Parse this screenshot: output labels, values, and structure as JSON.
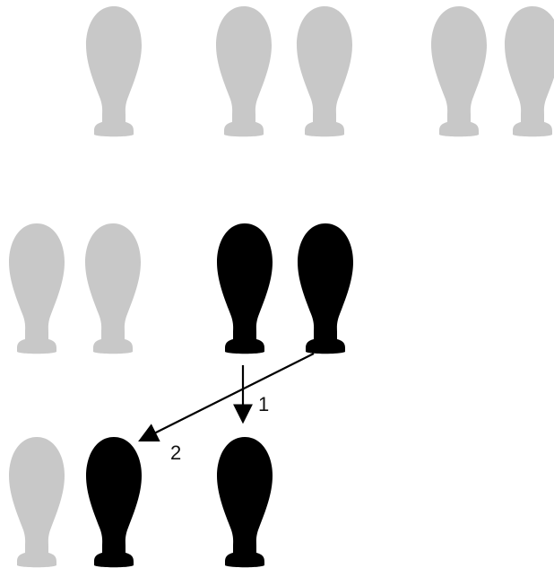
{
  "colors": {
    "inactive_footprint": "#c8c8c8",
    "active_footprint": "#000000",
    "arrow": "#000000",
    "background": "#ffffff"
  },
  "footprints": [
    {
      "id": "fp-r1-a",
      "state": "inactive"
    },
    {
      "id": "fp-r1-b",
      "state": "inactive"
    },
    {
      "id": "fp-r1-c",
      "state": "inactive"
    },
    {
      "id": "fp-r1-d",
      "state": "inactive"
    },
    {
      "id": "fp-r1-e",
      "state": "inactive"
    },
    {
      "id": "fp-r2-a",
      "state": "inactive"
    },
    {
      "id": "fp-r2-b",
      "state": "inactive"
    },
    {
      "id": "fp-r2-c",
      "state": "active"
    },
    {
      "id": "fp-r2-d",
      "state": "active"
    },
    {
      "id": "fp-r3-a",
      "state": "inactive"
    },
    {
      "id": "fp-r3-b",
      "state": "active"
    },
    {
      "id": "fp-r3-c",
      "state": "active"
    }
  ],
  "steps": {
    "step1_label": "1",
    "step2_label": "2"
  }
}
